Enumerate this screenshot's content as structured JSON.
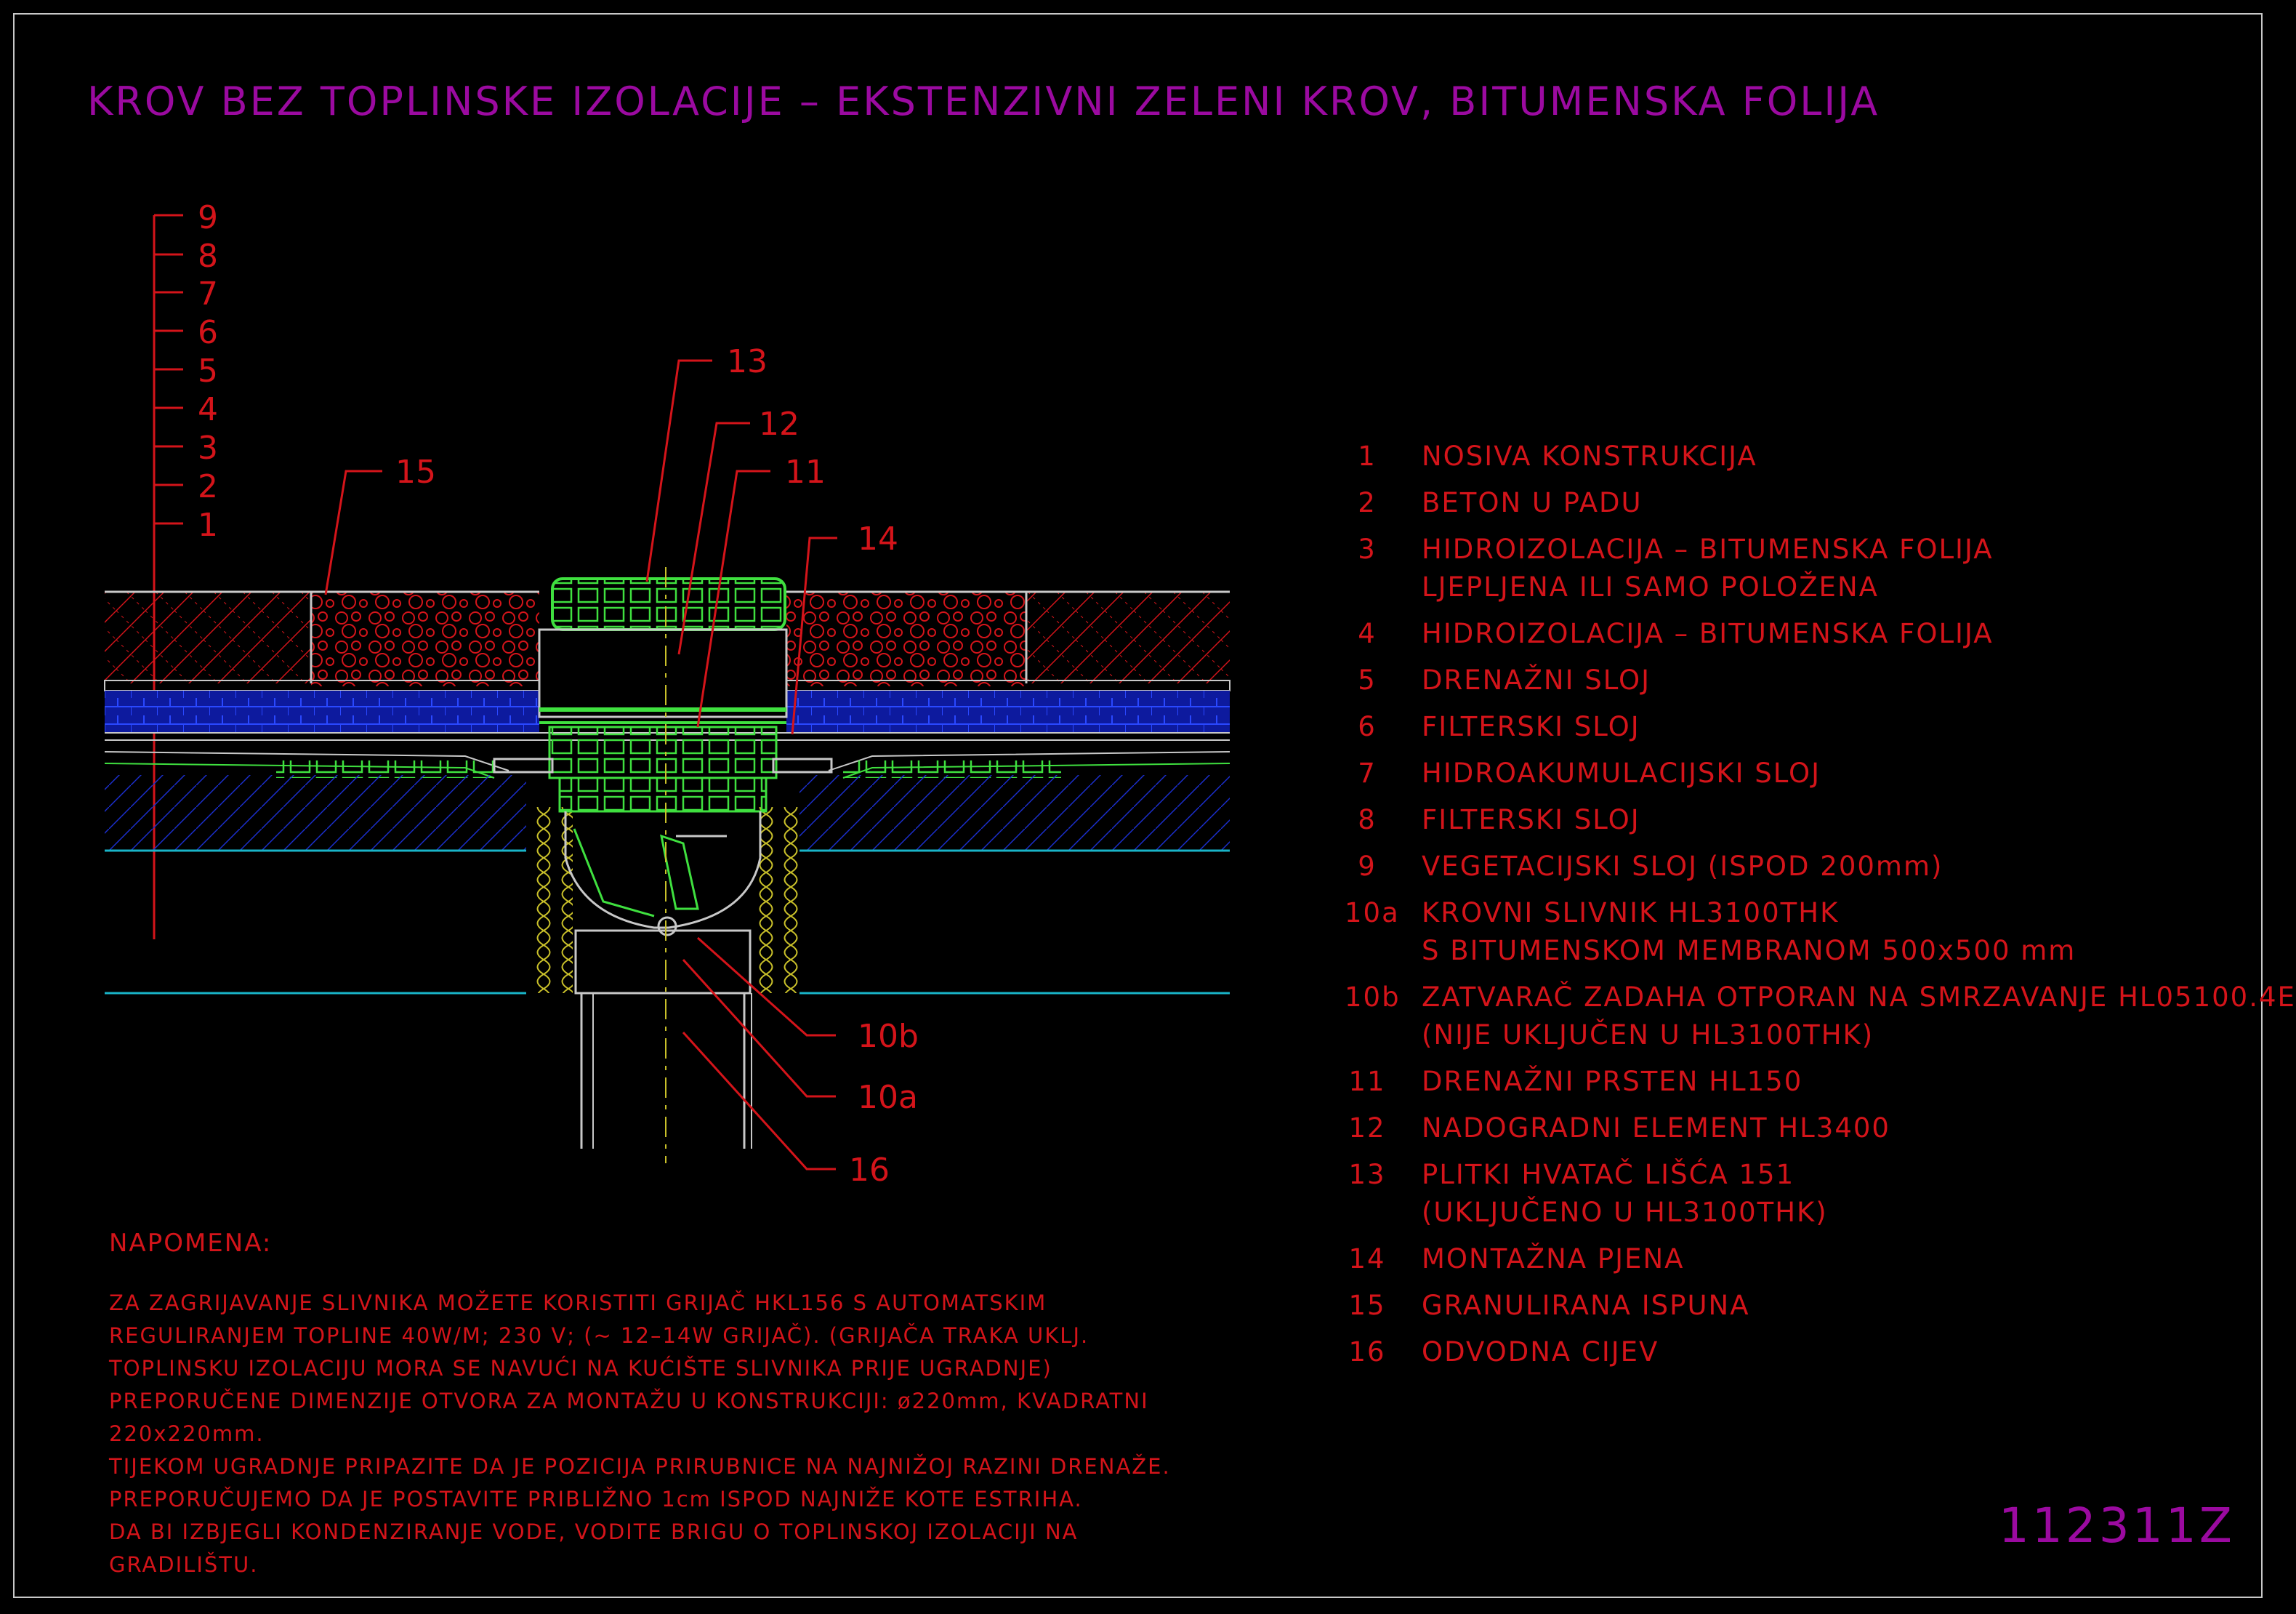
{
  "title": "KROV BEZ TOPLINSKE IZOLACIJE – EKSTENZIVNI ZELENI KROV, BITUMENSKA FOLIJA",
  "drawing_number": "112311Z",
  "colors": {
    "title": "#9b0aa0",
    "annotation": "#d4141a",
    "product": "#3fe03f",
    "drainage_layer": "#1b2fd0",
    "insulation": "#c9c02a",
    "line_cyan": "#19b4c8",
    "frame": "#c8c8c8"
  },
  "layer_scale": [
    "9",
    "8",
    "7",
    "6",
    "5",
    "4",
    "3",
    "2",
    "1"
  ],
  "callouts": [
    "13",
    "12",
    "11",
    "15",
    "14",
    "10b",
    "10a",
    "16"
  ],
  "legend": [
    {
      "num": "1",
      "lines": [
        "NOSIVA KONSTRUKCIJA"
      ]
    },
    {
      "num": "2",
      "lines": [
        "BETON U PADU"
      ]
    },
    {
      "num": "3",
      "lines": [
        "HIDROIZOLACIJA – BITUMENSKA FOLIJA",
        "LJEPLJENA ILI SAMO POLOŽENA"
      ]
    },
    {
      "num": "4",
      "lines": [
        "HIDROIZOLACIJA – BITUMENSKA FOLIJA"
      ]
    },
    {
      "num": "5",
      "lines": [
        "DRENAŽNI SLOJ"
      ]
    },
    {
      "num": "6",
      "lines": [
        "FILTERSKI SLOJ"
      ]
    },
    {
      "num": "7",
      "lines": [
        "HIDROAKUMULACIJSKI SLOJ"
      ]
    },
    {
      "num": "8",
      "lines": [
        "FILTERSKI SLOJ"
      ]
    },
    {
      "num": "9",
      "lines": [
        "VEGETACIJSKI SLOJ (ISPOD 200mm)"
      ]
    },
    {
      "num": "10a",
      "lines": [
        "KROVNI SLIVNIK HL3100THK",
        "S BITUMENSKOM MEMBRANOM 500x500 mm"
      ]
    },
    {
      "num": "10b",
      "lines": [
        "ZATVARAČ ZADAHA OTPORAN NA SMRZAVANJE HL05100.4E",
        "(NIJE UKLJUČEN U HL3100THK)"
      ]
    },
    {
      "num": "11",
      "lines": [
        "DRENAŽNI PRSTEN HL150"
      ]
    },
    {
      "num": "12",
      "lines": [
        "NADOGRADNI ELEMENT HL3400"
      ]
    },
    {
      "num": "13",
      "lines": [
        "PLITKI HVATAČ LIŠĆA 151",
        "(UKLJUČENO U HL3100THK)"
      ]
    },
    {
      "num": "14",
      "lines": [
        "MONTAŽNA PJENA"
      ]
    },
    {
      "num": "15",
      "lines": [
        "GRANULIRANA ISPUNA"
      ]
    },
    {
      "num": "16",
      "lines": [
        "ODVODNA CIJEV"
      ]
    }
  ],
  "notes": {
    "heading": "NAPOMENA:",
    "lines": [
      "ZA ZAGRIJAVANJE SLIVNIKA MOŽETE KORISTITI GRIJAČ HKL156 S AUTOMATSKIM",
      "REGULIRANJEM TOPLINE 40W/M; 230 V;  (~ 12–14W GRIJAČ). (GRIJAČA TRAKA UKLJ.",
      "TOPLINSKU IZOLACIJU MORA SE NAVUĆI NA KUĆIŠTE SLIVNIKA PRIJE UGRADNJE)",
      "PREPORUČENE DIMENZIJE OTVORA ZA MONTAŽU U KONSTRUKCIJI: ø220mm, KVADRATNI",
      "220x220mm.",
      "TIJEKOM UGRADNJE PRIPAZITE DA JE POZICIJA PRIRUBNICE NA NAJNIŽOJ RAZINI DRENAŽE.",
      "PREPORUČUJEMO DA JE POSTAVITE PRIBLIŽNO 1cm ISPOD NAJNIŽE KOTE ESTRIHA.",
      "DA BI IZBJEGLI KONDENZIRANJE VODE, VODITE BRIGU O TOPLINSKOJ IZOLACIJI NA",
      "GRADILIŠTU."
    ]
  }
}
